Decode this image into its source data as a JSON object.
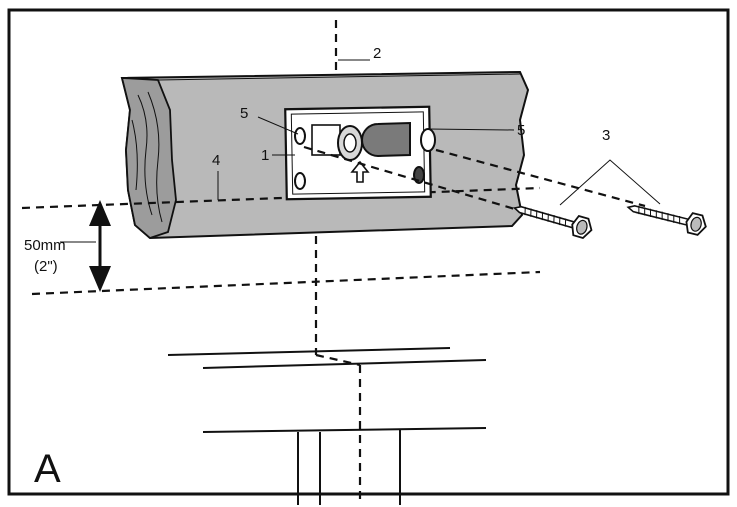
{
  "panel": {
    "letter": "A"
  },
  "callouts": {
    "bracket_plate": "1",
    "vertical_center_line": "2",
    "screws": "3",
    "level_line": "4",
    "hole_left": "5",
    "hole_right": "5"
  },
  "dimension": {
    "metric": "50mm",
    "imperial": "(2\")"
  }
}
